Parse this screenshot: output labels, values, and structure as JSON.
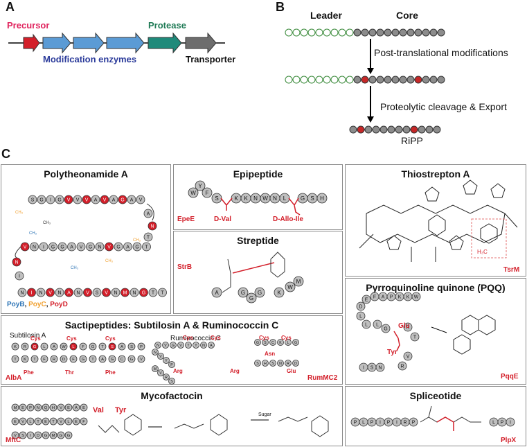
{
  "panels": {
    "a": "A",
    "b": "B",
    "c": "C"
  },
  "gene_cluster": {
    "precursor": "Precursor",
    "protease": "Protease",
    "modification": "Modification enzymes",
    "transporter": "Transporter",
    "colors": {
      "precursor": "#d31f2a",
      "modification": "#5b9bd5",
      "protease": "#1f8a7a",
      "transporter": "#6d6d6d",
      "precursor_text": "#e0245e",
      "modification_text": "#2a3a9a",
      "protease_text": "#1f7a55"
    }
  },
  "pathway": {
    "leader": "Leader",
    "core": "Core",
    "step1": "Post-translational modifications",
    "step2": "Proteolytic cleavage & Export",
    "product": "RiPP"
  },
  "boxes": {
    "polytheonamide": {
      "title": "Polytheonamide A",
      "enz1": "PoyB",
      "enz2": "PoyC",
      "enz3": "PoyD",
      "row1": "SGIGVVVAVAGAV",
      "row2": "VNIGGAVGNVGAGT",
      "row3": "NINVNANVSVNMNGTT"
    },
    "epipeptide": {
      "title": "Epipeptide",
      "seq": "WYFSKKNWNLGSH",
      "mod1": "D-Val",
      "mod2": "D-Allo-Ile",
      "enzyme": "EpeE"
    },
    "streptide": {
      "title": "Streptide",
      "seq": "AGGGKWM",
      "enzyme": "StrB"
    },
    "thiostrepton": {
      "title": "Thiostrepton A",
      "enzyme": "TsrM"
    },
    "sactipeptides": {
      "title": "Sactipeptides: Subtilosin A & Ruminococcin C",
      "sub1": "Subtilosin A",
      "sub2": "Ruminococcin C",
      "cys": "Cys",
      "phe": "Phe",
      "thr": "Thr",
      "arg": "Arg",
      "asn": "Asn",
      "glu": "Glu",
      "enzyme1": "AlbA",
      "enzyme2": "RumMC2"
    },
    "pqq": {
      "title": "Pyrroquinoline quinone (PQQ)",
      "seq": "EFAPKKWDLLLGRTVRNSI",
      "glu": "Glu",
      "tyr": "Tyr",
      "enzyme": "PqqE"
    },
    "mycofactocin": {
      "title": "Mycofactocin",
      "row1": "MEPNQHVEAE",
      "row2": "EVLTETVLEF",
      "row3": "VSIDGMGG",
      "val": "Val",
      "tyr": "Tyr",
      "sugar": "Sugar",
      "enzyme": "MftC"
    },
    "spliceotide": {
      "title": "Spliceotide",
      "seq": "PLPIPIRP",
      "tail": "LPI",
      "enzyme": "PlpX"
    }
  }
}
